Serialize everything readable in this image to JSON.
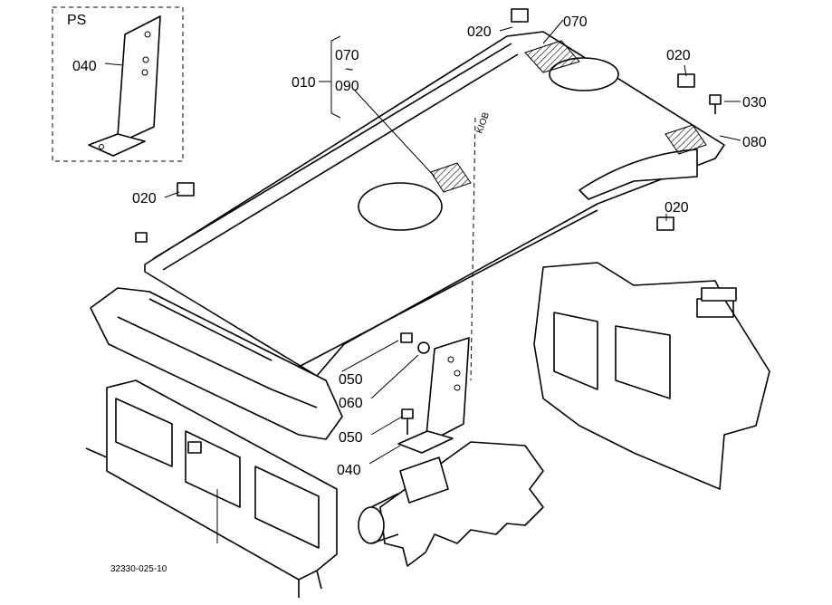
{
  "inset": {
    "title": "PS",
    "part": "040"
  },
  "labels": {
    "p010": "010",
    "p070_top": "070",
    "p_tilde": "~",
    "p090": "090",
    "p020_top": "020",
    "p070_right": "070",
    "p020_right": "020",
    "p030": "030",
    "p080": "080",
    "p020_left": "020",
    "p020_mid": "020",
    "p050_upper": "050",
    "p060": "060",
    "p050_lower": "050",
    "p040": "040"
  },
  "figure_code": "32330-025-10"
}
